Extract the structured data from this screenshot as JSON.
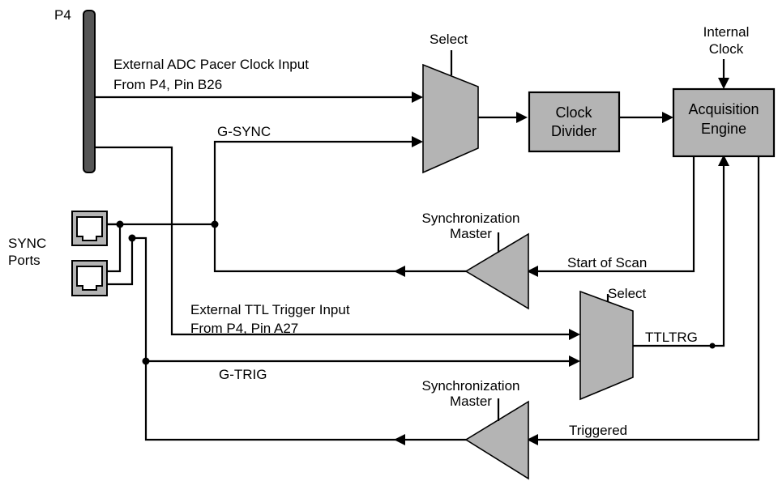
{
  "connector": {
    "label": "P4"
  },
  "sync_ports": {
    "label_line1": "SYNC",
    "label_line2": "Ports"
  },
  "signals": {
    "ext_adc_line1": "External ADC Pacer Clock Input",
    "ext_adc_line2": "From P4, Pin B26",
    "g_sync": "G-SYNC",
    "ext_ttl_line1": "External TTL Trigger Input",
    "ext_ttl_line2": "From P4, Pin A27",
    "g_trig": "G-TRIG",
    "start_of_scan": "Start of Scan",
    "ttltrg": "TTLTRG",
    "triggered": "Triggered"
  },
  "mux_top": {
    "label": "Select"
  },
  "mux_bottom": {
    "label": "Select"
  },
  "clock_divider": {
    "line1": "Clock",
    "line2": "Divider"
  },
  "acquisition_engine": {
    "line1": "Acquisition",
    "line2": "Engine"
  },
  "internal_clock": {
    "line1": "Internal",
    "line2": "Clock"
  },
  "sync_master_top": {
    "line1": "Synchronization",
    "line2": "Master"
  },
  "sync_master_bottom": {
    "line1": "Synchronization",
    "line2": "Master"
  },
  "colors": {
    "block_fill": "#b4b4b4",
    "connector_fill": "#555555",
    "line": "#000000"
  }
}
